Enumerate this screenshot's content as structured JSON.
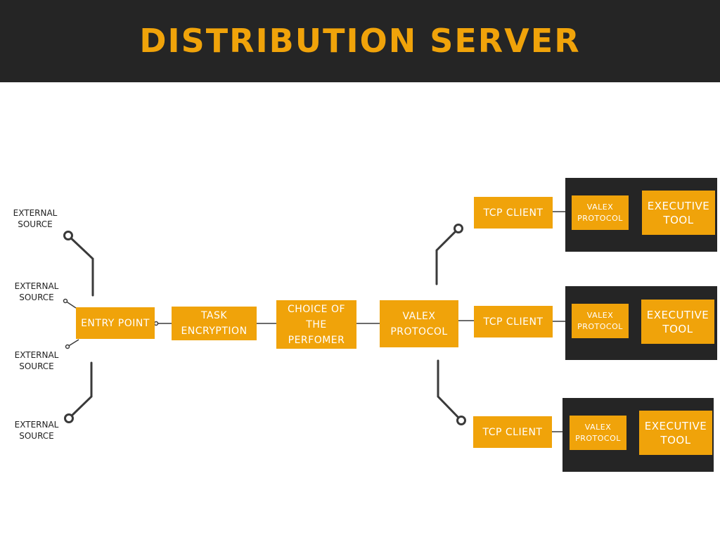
{
  "header": {
    "title": "DISTRIBUTION SERVER"
  },
  "sources": [
    {
      "label": "EXTERNAL SOURCE"
    },
    {
      "label": "EXTERNAL SOURCE"
    },
    {
      "label": "EXTERNAL SOURCE"
    },
    {
      "label": "EXTERNAL SOURCE"
    }
  ],
  "pipeline": {
    "entry_point": "ENTRY POINT",
    "task_encryption": "TASK ENCRYPTION",
    "choice_of_performer": "CHOICE OF THE PERFOMER",
    "valex_protocol": "VALEX PROTOCOL"
  },
  "clients": [
    {
      "tcp_client": "TCP CLIENT",
      "valex_protocol": "VALEX PROTOCOL",
      "executive_tool": "EXECUTIVE TOOL"
    },
    {
      "tcp_client": "TCP CLIENT",
      "valex_protocol": "VALEX PROTOCOL",
      "executive_tool": "EXECUTIVE TOOL"
    },
    {
      "tcp_client": "TCP CLIENT",
      "valex_protocol": "VALEX PROTOCOL",
      "executive_tool": "EXECUTIVE TOOL"
    }
  ],
  "colors": {
    "accent": "#f0a30a",
    "dark": "#252525",
    "wire": "#3a3a3a"
  }
}
